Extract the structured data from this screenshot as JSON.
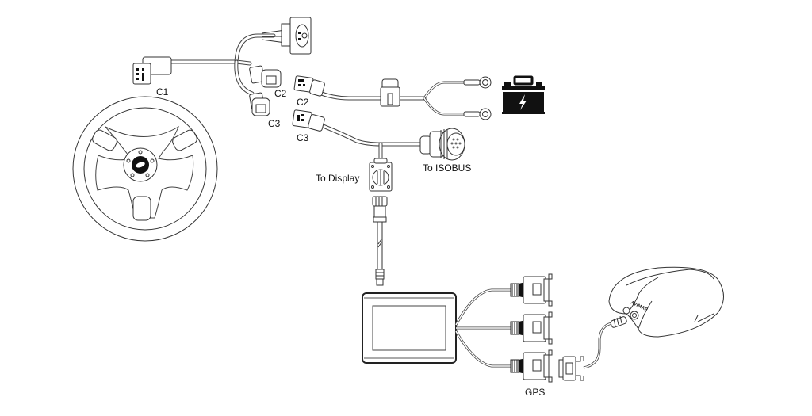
{
  "diagram": {
    "type": "wiring-diagram",
    "components": {
      "steering_wheel": {
        "label": ""
      },
      "main_harness": {
        "connectors": [
          {
            "id": "c1",
            "label": "C1"
          },
          {
            "id": "c2",
            "label": "C2"
          },
          {
            "id": "c3",
            "label": "C3"
          }
        ]
      },
      "power_harness": {
        "connectors": [
          {
            "id": "c2",
            "label": "C2"
          }
        ],
        "target": "battery"
      },
      "isobus_harness": {
        "connectors": [
          {
            "id": "c3",
            "label": "C3"
          }
        ],
        "to_display_label": "To Display",
        "to_isobus_label": "To ISOBUS"
      },
      "display": {
        "label": ""
      },
      "gps": {
        "label": "GPS"
      }
    },
    "icons": [
      "steering-wheel-icon",
      "battery-icon",
      "lightning-icon",
      "display-unit-icon",
      "gps-receiver-icon"
    ]
  }
}
